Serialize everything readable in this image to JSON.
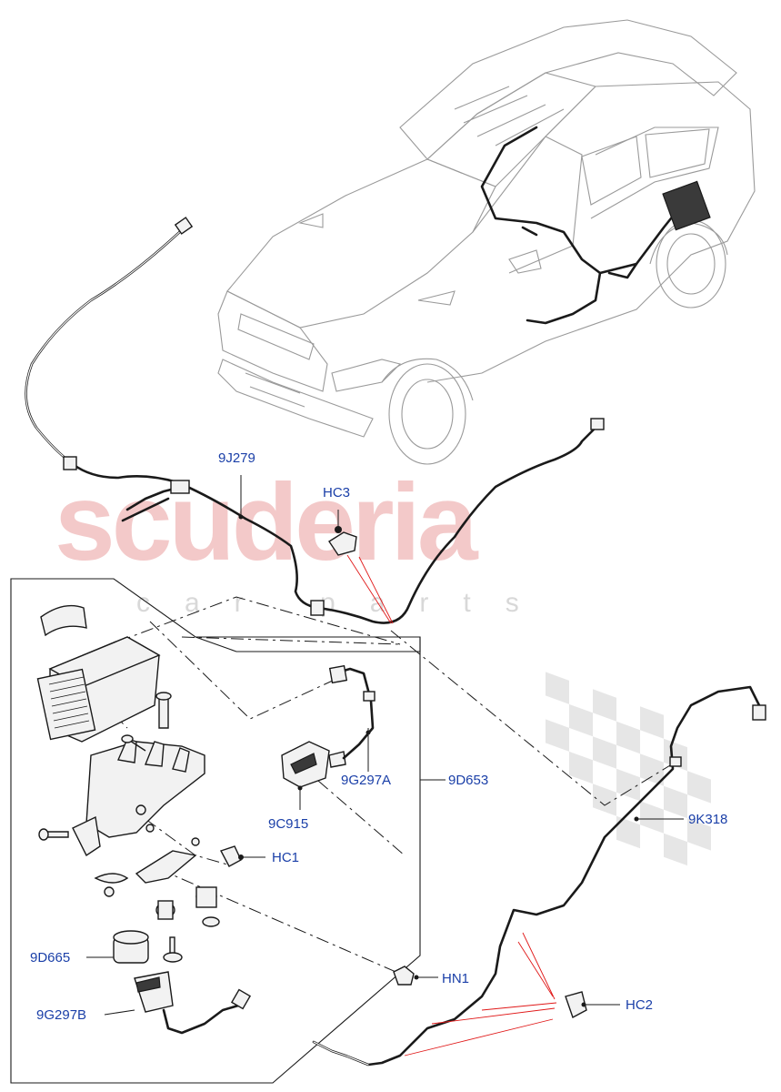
{
  "watermark": {
    "brand": "scuderia",
    "sub": "car parts"
  },
  "colors": {
    "callout_text": "#1a3fa8",
    "leader_red": "#e01818",
    "watermark_pink": "#f3c9c9"
  },
  "callouts": {
    "c9J279": "9J279",
    "cHC3": "HC3",
    "c9G297A": "9G297A",
    "c9D653": "9D653",
    "c9C915": "9C915",
    "cHC1": "HC1",
    "c9K318": "9K318",
    "c9D665": "9D665",
    "cHN1": "HN1",
    "c9G297B": "9G297B",
    "cHC2": "HC2"
  }
}
